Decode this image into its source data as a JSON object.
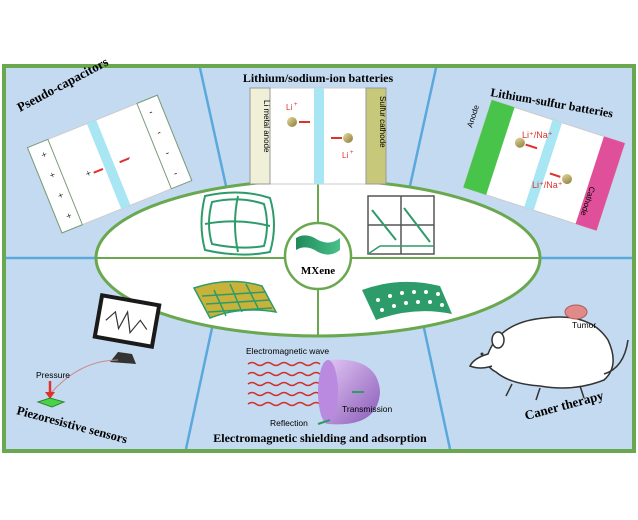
{
  "panels": {
    "pseudo_capacitors": "Pseudo-capacitors",
    "li_na_batteries": "Lithium/sodium-ion batteries",
    "li_s_batteries": "Lithium-sulfur batteries",
    "piezo_sensors": "Piezoresistive sensors",
    "em_shielding": "Electromagnetic shielding and adsorption",
    "cancer_therapy": "Caner therapy"
  },
  "labels": {
    "center": "MXene",
    "li_metal_anode": "Li metal anode",
    "sulfur_cathode": "Sulfur cathode",
    "li_plus": "Li",
    "plus_sup": "+",
    "anode": "Anode",
    "cathode": "Cathode",
    "li_na_ion": "Li⁺/Na⁺",
    "pressure": "Pressure",
    "em_wave": "Electromagnetic wave",
    "transmission": "Transmission",
    "reflection": "Reflection",
    "tumor": "Tumor"
  },
  "colors": {
    "background": "#c4daf0",
    "frame": "#6aa84f",
    "divider": "#5aa8dc",
    "mxene": "#2e9c6a",
    "ball": "#b8a25a",
    "arrow": "#e0312b"
  }
}
